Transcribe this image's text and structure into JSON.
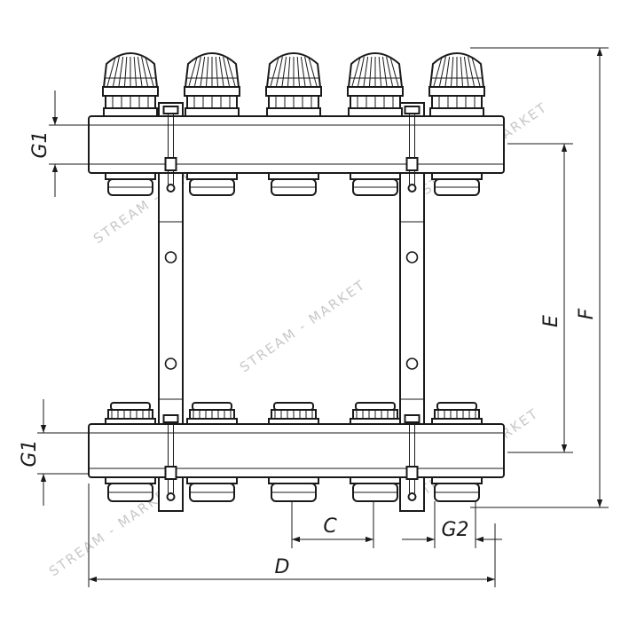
{
  "labels": {
    "g1_top": "G1",
    "g1_bottom": "G1",
    "c": "C",
    "d": "D",
    "e": "E",
    "f": "F",
    "g2": "G2"
  },
  "watermark": "STREAM - MARKET",
  "outlets": 5
}
